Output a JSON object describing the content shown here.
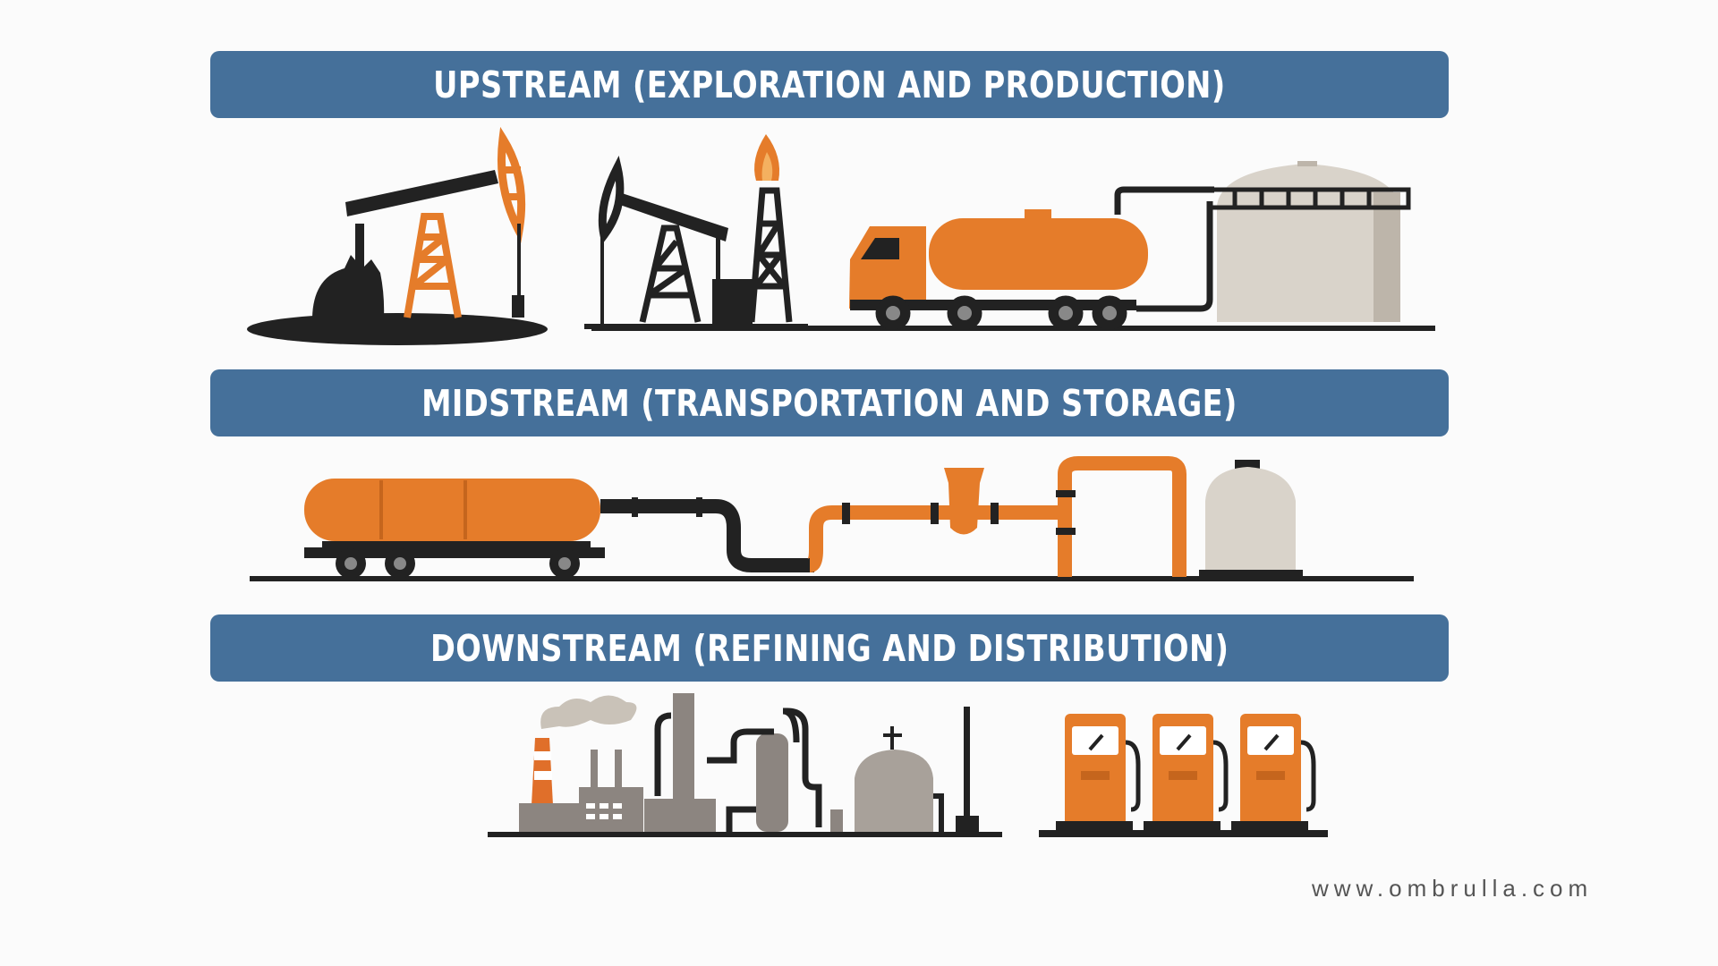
{
  "sections": [
    {
      "title": "UPSTREAM (EXPLORATION AND  PRODUCTION)"
    },
    {
      "title": "MIDSTREAM (TRANSPORTATION AND STORAGE)"
    },
    {
      "title": "DOWNSTREAM (REFINING AND DISTRIBUTION)"
    }
  ],
  "footer": {
    "url": "www.ombrulla.com"
  },
  "colors": {
    "banner": "#45709a",
    "orange": "#e57c2a",
    "dark": "#222222",
    "tank": "#d9d3ca",
    "gray": "#8c8580"
  }
}
